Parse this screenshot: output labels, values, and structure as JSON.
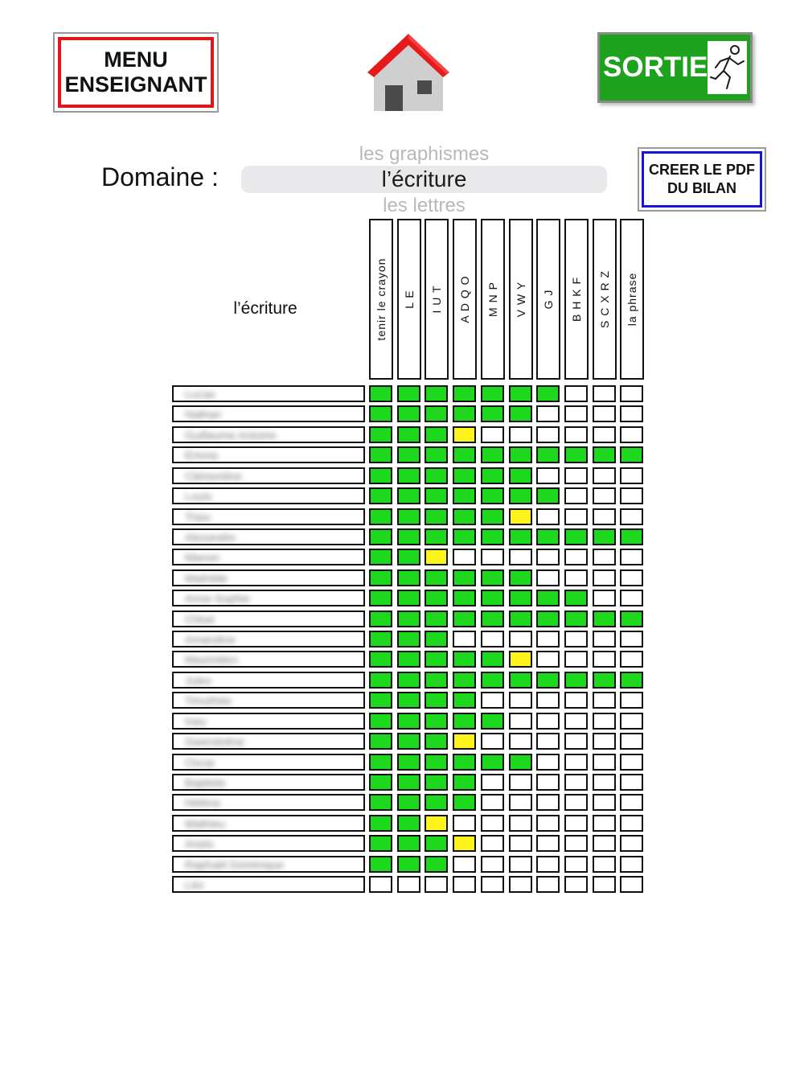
{
  "header": {
    "menu_line1": "MENU",
    "menu_line2": "ENSEIGNANT",
    "home_icon": "house-icon",
    "exit_label": "SORTIE",
    "exit_icon": "running-man-icon",
    "colors": {
      "menu_border": "#e3161d",
      "exit_bg": "#1fa31f",
      "pdf_border": "#1515d6"
    }
  },
  "domain": {
    "label": "Domaine :",
    "options": {
      "prev": "les graphismes",
      "current": "l’écriture",
      "next": "les lettres"
    }
  },
  "pdf_button": {
    "line1": "CREER LE PDF",
    "line2": "DU BILAN"
  },
  "grid": {
    "title": "l’écriture",
    "columns": [
      "tenir le crayon",
      "L E",
      "I U T",
      "A D Q O",
      "M N P",
      "V W Y",
      "G J",
      "B H K F",
      "S C X R Z",
      "la phrase"
    ],
    "status_colors": {
      "empty": "#ffffff",
      "acquired": "#1ed81e",
      "in_progress": "#fff31c"
    },
    "legend_codes": "0 = empty, 1 = green (acquired), 2 = yellow (in progress)",
    "students": [
      {
        "name": "Lucas",
        "marks": [
          1,
          1,
          1,
          1,
          1,
          1,
          1,
          0,
          0,
          0
        ]
      },
      {
        "name": "Nathan",
        "marks": [
          1,
          1,
          1,
          1,
          1,
          1,
          0,
          0,
          0,
          0
        ]
      },
      {
        "name": "Guillaume Antoine",
        "marks": [
          1,
          1,
          1,
          2,
          0,
          0,
          0,
          0,
          0,
          0
        ]
      },
      {
        "name": "Emma",
        "marks": [
          1,
          1,
          1,
          1,
          1,
          1,
          1,
          1,
          1,
          1
        ]
      },
      {
        "name": "Clémentine",
        "marks": [
          1,
          1,
          1,
          1,
          1,
          1,
          0,
          0,
          0,
          0
        ]
      },
      {
        "name": "Louis",
        "marks": [
          1,
          1,
          1,
          1,
          1,
          1,
          1,
          0,
          0,
          0
        ]
      },
      {
        "name": "Théo",
        "marks": [
          1,
          1,
          1,
          1,
          1,
          2,
          0,
          0,
          0,
          0
        ]
      },
      {
        "name": "Alexandre",
        "marks": [
          1,
          1,
          1,
          1,
          1,
          1,
          1,
          1,
          1,
          1
        ]
      },
      {
        "name": "Manon",
        "marks": [
          1,
          1,
          2,
          0,
          0,
          0,
          0,
          0,
          0,
          0
        ]
      },
      {
        "name": "Mathilde",
        "marks": [
          1,
          1,
          1,
          1,
          1,
          1,
          0,
          0,
          0,
          0
        ]
      },
      {
        "name": "Anne-Sophie",
        "marks": [
          1,
          1,
          1,
          1,
          1,
          1,
          1,
          1,
          0,
          0
        ]
      },
      {
        "name": "Chloé",
        "marks": [
          1,
          1,
          1,
          1,
          1,
          1,
          1,
          1,
          1,
          1
        ]
      },
      {
        "name": "Amandine",
        "marks": [
          1,
          1,
          1,
          0,
          0,
          0,
          0,
          0,
          0,
          0
        ]
      },
      {
        "name": "Maximilien",
        "marks": [
          1,
          1,
          1,
          1,
          1,
          2,
          0,
          0,
          0,
          0
        ]
      },
      {
        "name": "Jules",
        "marks": [
          1,
          1,
          1,
          1,
          1,
          1,
          1,
          1,
          1,
          1
        ]
      },
      {
        "name": "Timothée",
        "marks": [
          1,
          1,
          1,
          1,
          0,
          0,
          0,
          0,
          0,
          0
        ]
      },
      {
        "name": "Inès",
        "marks": [
          1,
          1,
          1,
          1,
          1,
          0,
          0,
          0,
          0,
          0
        ]
      },
      {
        "name": "Gwendoline",
        "marks": [
          1,
          1,
          1,
          2,
          0,
          0,
          0,
          0,
          0,
          0
        ]
      },
      {
        "name": "Oscar",
        "marks": [
          1,
          1,
          1,
          1,
          1,
          1,
          0,
          0,
          0,
          0
        ]
      },
      {
        "name": "Baptiste",
        "marks": [
          1,
          1,
          1,
          1,
          0,
          0,
          0,
          0,
          0,
          0
        ]
      },
      {
        "name": "Hélène",
        "marks": [
          1,
          1,
          1,
          1,
          0,
          0,
          0,
          0,
          0,
          0
        ]
      },
      {
        "name": "Mathieu",
        "marks": [
          1,
          1,
          2,
          0,
          0,
          0,
          0,
          0,
          0,
          0
        ]
      },
      {
        "name": "Anaïs",
        "marks": [
          1,
          1,
          1,
          2,
          0,
          0,
          0,
          0,
          0,
          0
        ]
      },
      {
        "name": "Raphaël Dominique",
        "marks": [
          1,
          1,
          1,
          0,
          0,
          0,
          0,
          0,
          0,
          0
        ]
      },
      {
        "name": "Léo",
        "marks": [
          0,
          0,
          0,
          0,
          0,
          0,
          0,
          0,
          0,
          0
        ]
      }
    ]
  }
}
